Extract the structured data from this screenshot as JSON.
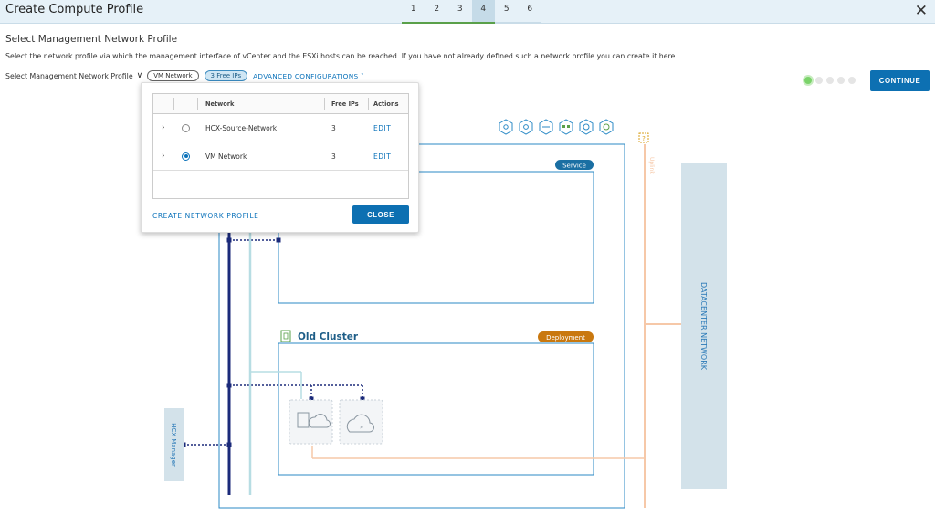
{
  "header": {
    "title": "Create Compute Profile",
    "steps": [
      "1",
      "2",
      "3",
      "4",
      "5",
      "6"
    ]
  },
  "section": {
    "title": "Select Management Network Profile",
    "description": "Select the network profile via which the management interface of vCenter and the ESXi hosts can be reached. If you have not already defined such a network profile you can create it here.",
    "select_label": "Select Management Network Profile",
    "selected_value": "VM Network",
    "free_ips_badge": "3 Free IPs",
    "advanced_label": "ADVANCED CONFIGURATIONS"
  },
  "continue_label": "CONTINUE",
  "popup": {
    "columns": {
      "network": "Network",
      "free_ips": "Free IPs",
      "actions": "Actions"
    },
    "rows": [
      {
        "network": "HCX-Source-Network",
        "free_ips": "3",
        "action": "EDIT",
        "selected": false
      },
      {
        "network": "VM Network",
        "free_ips": "3",
        "action": "EDIT",
        "selected": true
      }
    ],
    "create_label": "CREATE NETWORK PROFILE",
    "close_label": "CLOSE"
  },
  "diagram": {
    "service_badge": "Service",
    "deployment_badge": "Deployment",
    "cluster_title": "Old Cluster",
    "datacenter_network": "DATACENTER NETWORK",
    "hcx_manager": "HCX Manager",
    "uplink_label": "Uplink",
    "unknown_marker": "?"
  },
  "colors": {
    "accent": "#0d70b2",
    "service_badge": "#1a6fa3",
    "deployment_badge": "#c9780f",
    "mgmt_line": "#1b2a7a",
    "uplink_line": "#f6c8a8",
    "datacenter_bg": "#d3e2ea"
  }
}
